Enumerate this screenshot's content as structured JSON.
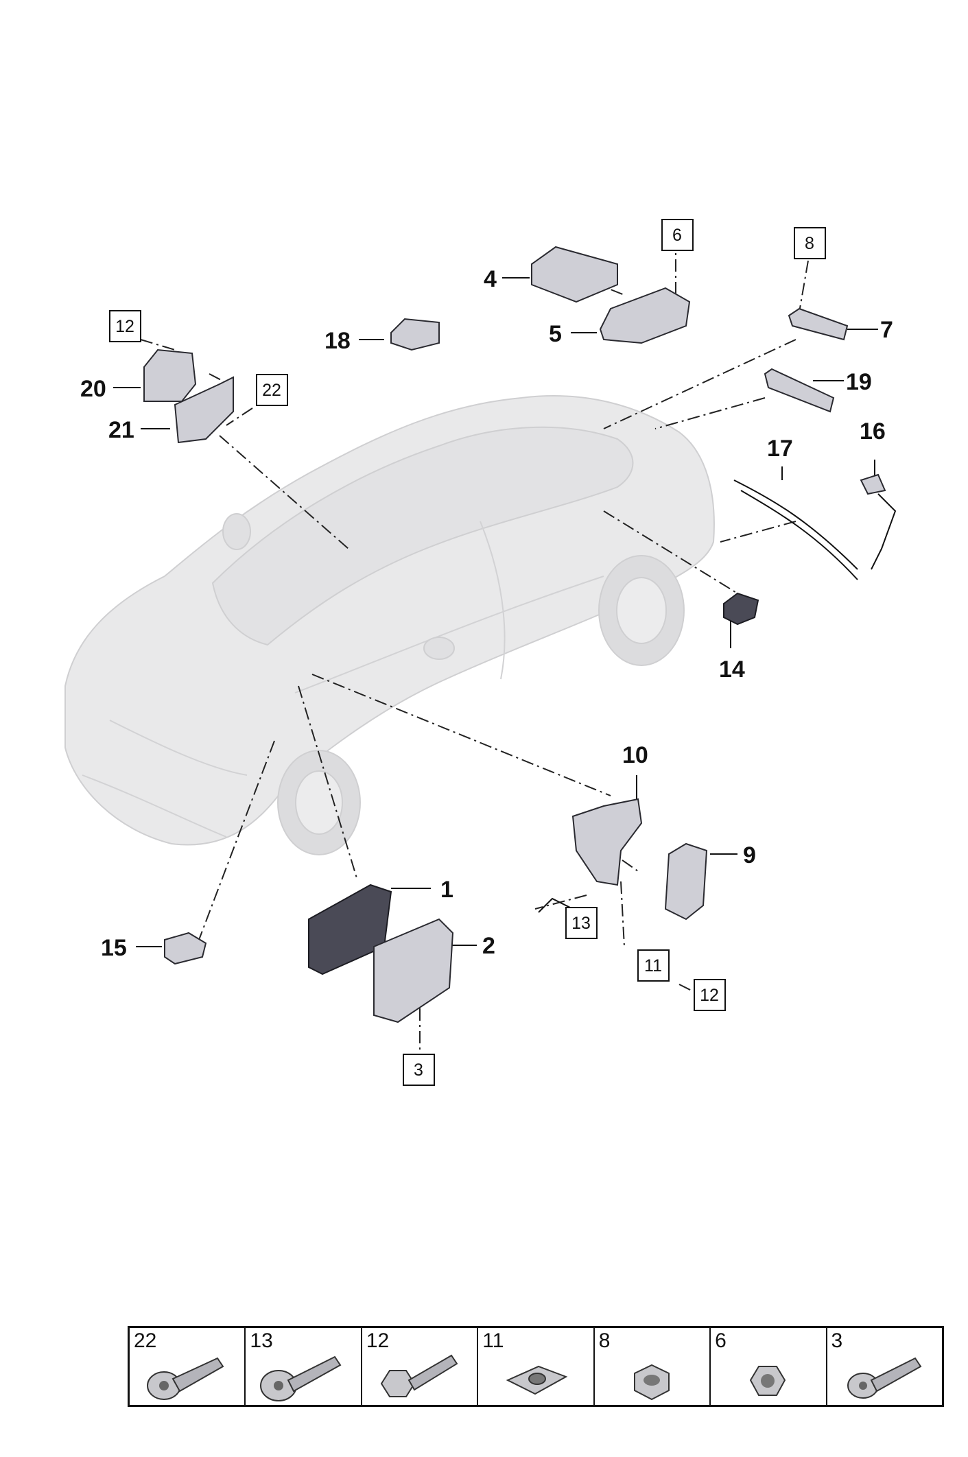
{
  "callouts": {
    "n1": "1",
    "n2": "2",
    "n4": "4",
    "n5": "5",
    "n7": "7",
    "n9": "9",
    "n10": "10",
    "n14": "14",
    "n15": "15",
    "n16": "16",
    "n17": "17",
    "n18": "18",
    "n19": "19",
    "n20": "20",
    "n21": "21"
  },
  "boxed": {
    "b6": "6",
    "b8": "8",
    "b12a": "12",
    "b22": "22",
    "b13": "13",
    "b11": "11",
    "b12b": "12",
    "b3": "3"
  },
  "legend": [
    {
      "number": "22",
      "icon": "torx-flange-bolt-icon"
    },
    {
      "number": "13",
      "icon": "washer-head-bolt-icon"
    },
    {
      "number": "12",
      "icon": "hex-flange-bolt-icon"
    },
    {
      "number": "11",
      "icon": "clip-nut-icon"
    },
    {
      "number": "8",
      "icon": "socket-nut-icon"
    },
    {
      "number": "6",
      "icon": "hex-flange-nut-icon"
    },
    {
      "number": "3",
      "icon": "torx-bolt-icon"
    }
  ]
}
